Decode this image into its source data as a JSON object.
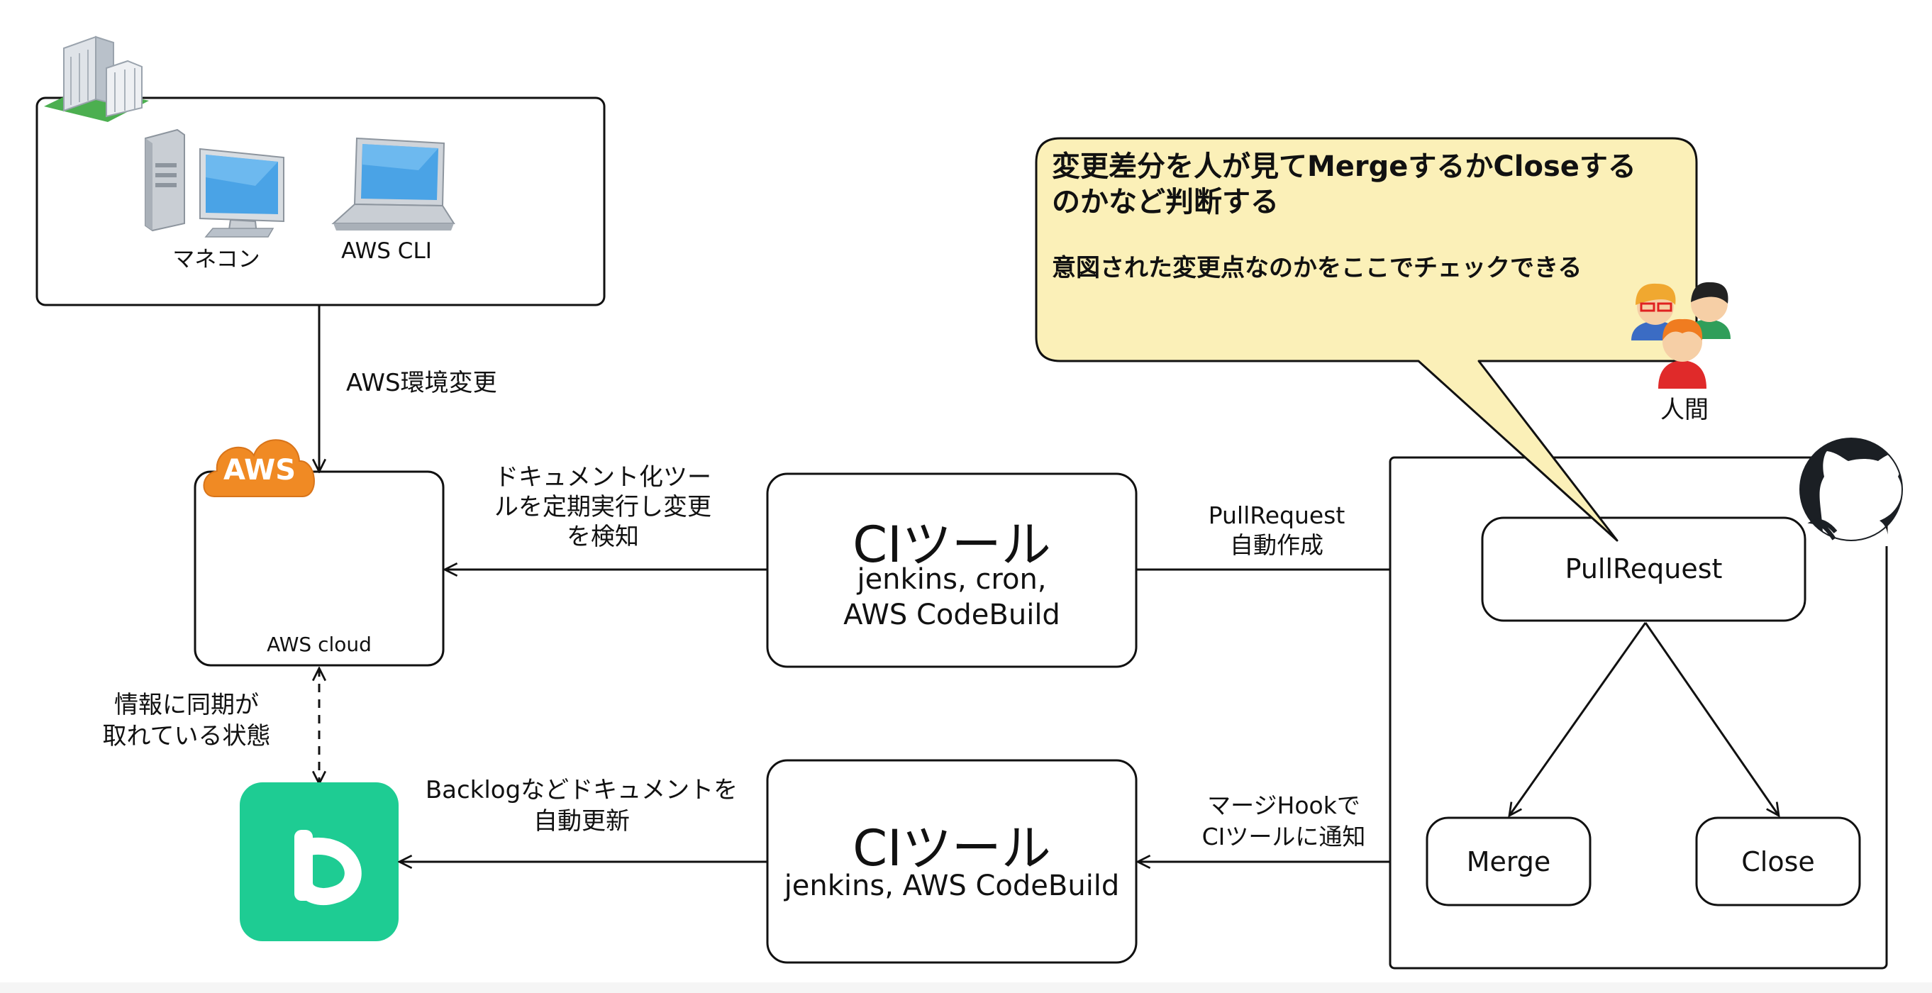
{
  "onprem": {
    "console_label": "マネコン",
    "cli_label": "AWS CLI"
  },
  "arrows": {
    "aws_change": "AWS環境変更",
    "doc_tool_lines": [
      "ドキュメント化ツー",
      "ルを定期実行し変更",
      "を検知"
    ],
    "pr_create_lines": [
      "PullRequest",
      "自動作成"
    ],
    "sync_lines": [
      "情報に同期が",
      "取れている状態"
    ],
    "backlog_update_lines": [
      "Backlogなどドキュメントを",
      "自動更新"
    ],
    "merge_hook_lines": [
      "マージHookで",
      "CIツールに通知"
    ]
  },
  "aws": {
    "badge": "AWS",
    "cloud_label": "AWS cloud"
  },
  "ci_top": {
    "title": "CIツール",
    "tools_lines": [
      "jenkins, cron,",
      "AWS CodeBuild"
    ]
  },
  "ci_bottom": {
    "title": "CIツール",
    "tools": "jenkins, AWS CodeBuild"
  },
  "github": {
    "pullrequest": "PullRequest",
    "merge": "Merge",
    "close": "Close"
  },
  "callout": {
    "heading_lines": [
      "変更差分を人が見てMergeするかCloseする",
      "のかなど判断する"
    ],
    "note": "意図された変更点なのかをここでチェックできる"
  },
  "people": {
    "label": "人間"
  },
  "colors": {
    "callout_fill": "#fbf0b8",
    "aws_orange": "#f08a24",
    "backlog_green": "#1ecc93",
    "building_green": "#4caf50",
    "monitor_blue": "#4aa3e6"
  },
  "icons": [
    "building-icon",
    "desktop-pc-icon",
    "laptop-icon",
    "aws-cloud-icon",
    "backlog-logo-icon",
    "github-logo-icon",
    "people-icon"
  ]
}
